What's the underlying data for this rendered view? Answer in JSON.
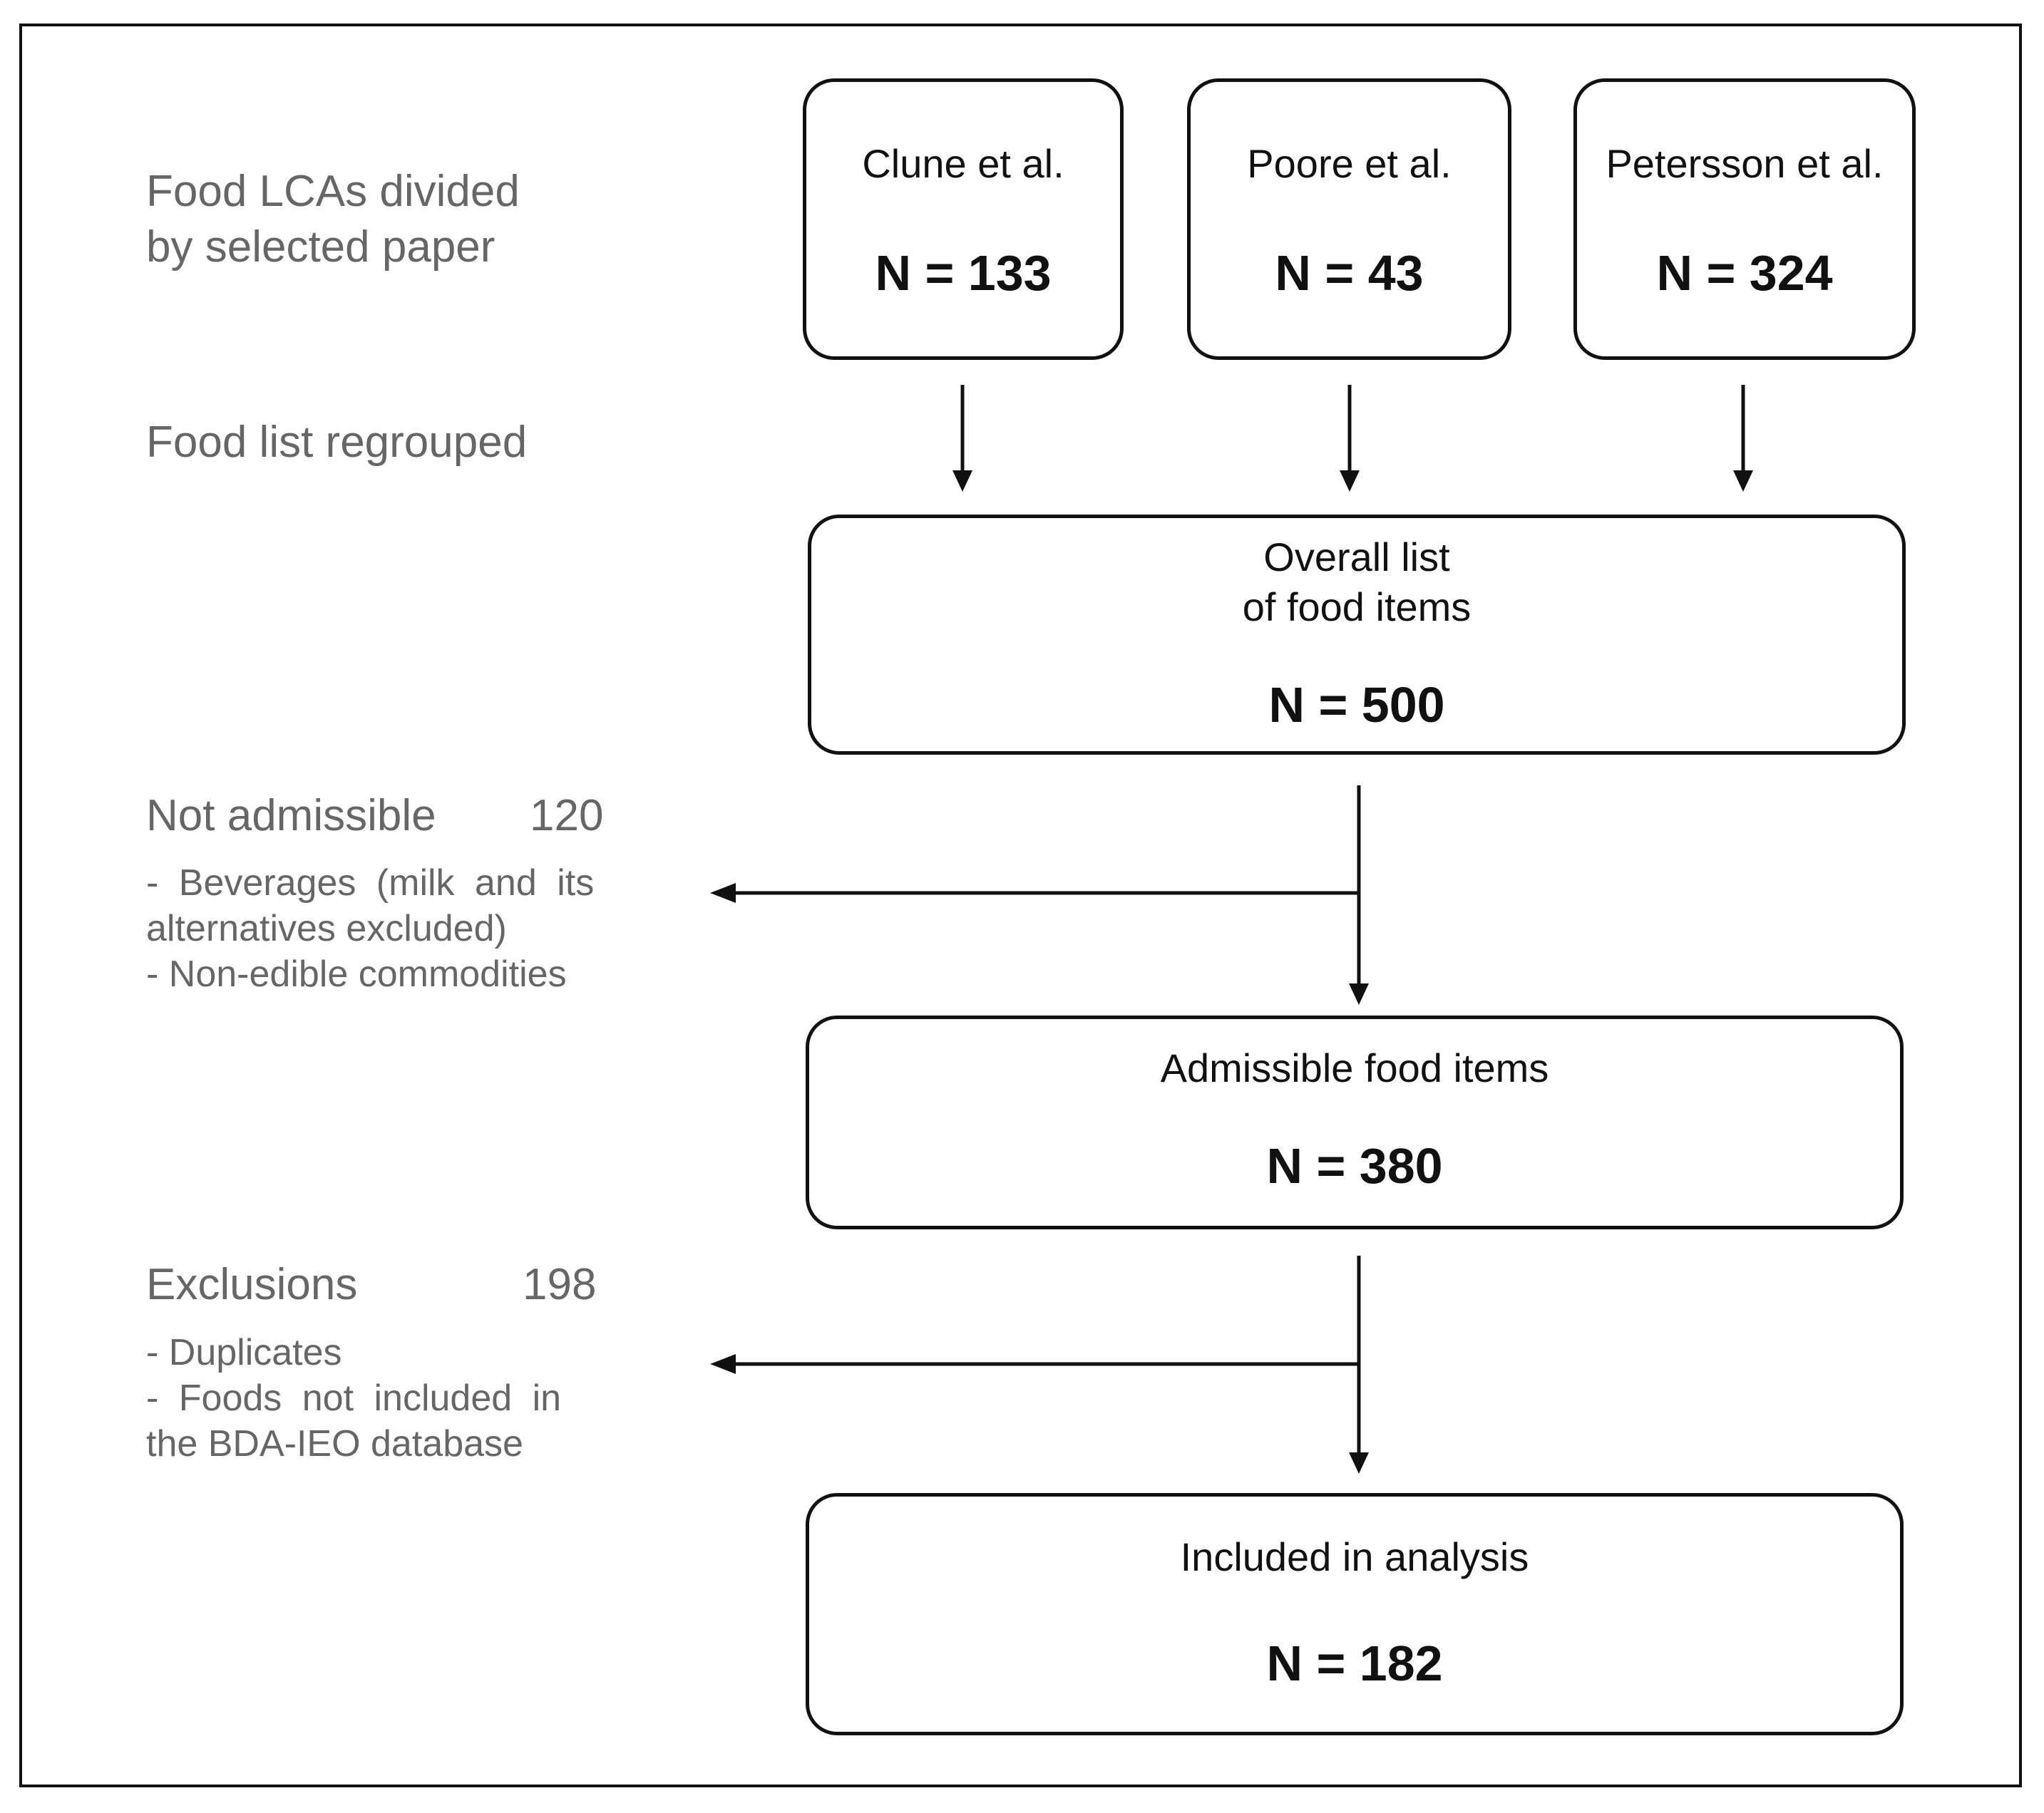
{
  "side_labels": {
    "papers": [
      "Food LCAs divided",
      "by selected paper"
    ],
    "regrouped": "Food list regrouped",
    "not_admissible": {
      "label": "Not admissible",
      "count": "120"
    },
    "not_admissible_notes": [
      "- Beverages (milk and its",
      "alternatives excluded)",
      "- Non-edible commodities"
    ],
    "exclusions": {
      "label": "Exclusions",
      "count": "198"
    },
    "exclusions_notes": [
      "- Duplicates",
      "- Foods not included in",
      "the BDA-IEO database"
    ]
  },
  "sources": [
    {
      "label": "Clune et al.",
      "n": "N = 133"
    },
    {
      "label": "Poore et al.",
      "n": "N = 43"
    },
    {
      "label": "Petersson et al.",
      "n": "N = 324"
    }
  ],
  "overall": {
    "label_lines": [
      "Overall list",
      "of food items"
    ],
    "n": "N = 500"
  },
  "admissible": {
    "label": "Admissible food items",
    "n": "N = 380"
  },
  "included": {
    "label": "Included in analysis",
    "n": "N = 182"
  }
}
